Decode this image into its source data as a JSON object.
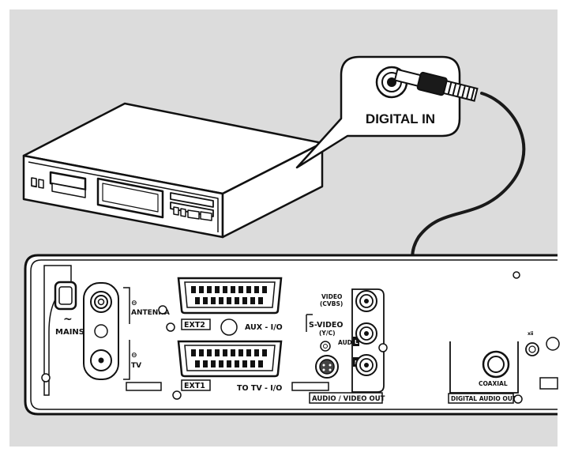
{
  "callout": {
    "label": "DIGITAL IN"
  },
  "rear_panel": {
    "mains": "MAINS",
    "antenna": "ANTENNA",
    "tv": "TV",
    "ext2": "EXT2",
    "aux_io": "AUX - I/O",
    "ext1": "EXT1",
    "to_tv_io": "TO TV - I/O",
    "svideo": "S-VIDEO",
    "yc": "(Y/C)",
    "video": "VIDEO",
    "cvbs": "(CVBS)",
    "audio": "AUDIO",
    "audio_l": "L",
    "audio_r": "R",
    "av_out": "AUDIO / VIDEO OUT",
    "coaxial": "COAXIAL",
    "digital_audio_out": "DIGITAL AUDIO OUT"
  },
  "colors": {
    "background": "#dcdcdc",
    "panel": "#ffffff",
    "stroke": "#111111",
    "cable": "#1a1a1a"
  }
}
